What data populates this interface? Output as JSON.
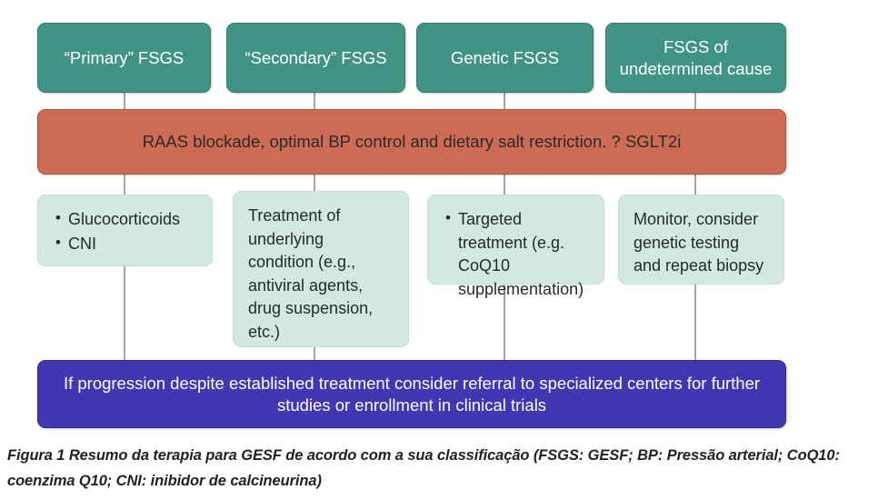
{
  "figure": {
    "caption": "Figura 1 Resumo da terapia para GESF de acordo com a sua classificação (FSGS: GESF; BP: Pressão arterial; CoQ10: coenzima Q10; CNI: inibidor de calcineurina)"
  },
  "colors": {
    "category_box": "#3f9485",
    "general_therapy_band": "#cd6b55",
    "specific_therapy_box": "#d4e8e2",
    "escalation_band": "#4038b2",
    "connector_line": "#a6a6a6",
    "page_background": "#ffffff"
  },
  "categories": [
    {
      "label": "“Primary” FSGS"
    },
    {
      "label": "“Secondary” FSGS"
    },
    {
      "label": "Genetic FSGS"
    },
    {
      "label": "FSGS of\nundetermined cause"
    }
  ],
  "general_therapy": {
    "text": "RAAS blockade, optimal BP control and dietary salt restriction. ? SGLT2i"
  },
  "specific_therapy": [
    {
      "style": "bulleted",
      "items": [
        "Glucocorticoids",
        "CNI"
      ]
    },
    {
      "style": "plain",
      "items": [
        "Treatment of underlying condition (e.g., antiviral agents, drug suspension, etc.)"
      ]
    },
    {
      "style": "bulleted",
      "items": [
        "Targeted treatment (e.g. CoQ10 supplementation)"
      ]
    },
    {
      "style": "plain",
      "items": [
        "Monitor, consider genetic testing and repeat biopsy"
      ]
    }
  ],
  "escalation": {
    "text": "If progression despite established treatment consider referral to specialized centers for further studies or enrollment in clinical trials"
  }
}
